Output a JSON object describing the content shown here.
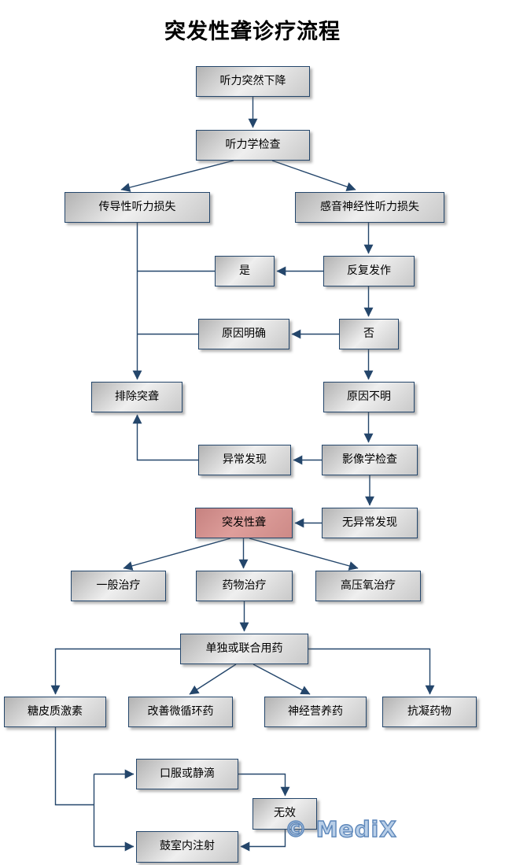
{
  "title": "突发性聋诊疗流程",
  "watermark": "© MediX",
  "colors": {
    "node_border": "#24466b",
    "node_fill_light": "#efefef",
    "node_fill_dark": "#b2b2b2",
    "highlight_fill": "#d6918f",
    "arrow": "#24466b",
    "watermark_fill": "#b9cfe8",
    "watermark_outline": "#5d87ba",
    "background": "#ffffff"
  },
  "nodes": {
    "hearing_drop": "听力突然下降",
    "audiometry": "听力学检查",
    "conductive": "传导性听力损失",
    "sensorineural": "感音神经性听力损失",
    "yes": "是",
    "recurrent": "反复发作",
    "cause_clear": "原因明确",
    "no": "否",
    "exclude": "排除突聋",
    "cause_unknown": "原因不明",
    "abnormal": "异常发现",
    "imaging": "影像学检查",
    "sudden_deafness": "突发性聋",
    "no_abnormal": "无异常发现",
    "general": "一般治疗",
    "drug": "药物治疗",
    "hyperbaric": "高压氧治疗",
    "combo": "单独或联合用药",
    "steroid": "糖皮质激素",
    "microcirculation": "改善微循环药",
    "neurotrophic": "神经营养药",
    "anticoagulant": "抗凝药物",
    "oral_iv": "口服或静滴",
    "ineffective": "无效",
    "intratympanic": "鼓室内注射"
  },
  "edges": [
    {
      "from": "hearing_drop",
      "to": "audiometry"
    },
    {
      "from": "audiometry",
      "to": "conductive"
    },
    {
      "from": "audiometry",
      "to": "sensorineural"
    },
    {
      "from": "conductive",
      "to": "exclude"
    },
    {
      "from": "sensorineural",
      "to": "recurrent"
    },
    {
      "from": "recurrent",
      "to": "yes"
    },
    {
      "from": "yes",
      "to": "exclude"
    },
    {
      "from": "recurrent",
      "to": "no"
    },
    {
      "from": "no",
      "to": "cause_clear"
    },
    {
      "from": "cause_clear",
      "to": "exclude"
    },
    {
      "from": "no",
      "to": "cause_unknown"
    },
    {
      "from": "cause_unknown",
      "to": "imaging"
    },
    {
      "from": "imaging",
      "to": "abnormal"
    },
    {
      "from": "abnormal",
      "to": "exclude"
    },
    {
      "from": "imaging",
      "to": "no_abnormal"
    },
    {
      "from": "no_abnormal",
      "to": "sudden_deafness"
    },
    {
      "from": "sudden_deafness",
      "to": "general"
    },
    {
      "from": "sudden_deafness",
      "to": "drug"
    },
    {
      "from": "sudden_deafness",
      "to": "hyperbaric"
    },
    {
      "from": "drug",
      "to": "combo"
    },
    {
      "from": "combo",
      "to": "steroid"
    },
    {
      "from": "combo",
      "to": "microcirculation"
    },
    {
      "from": "combo",
      "to": "neurotrophic"
    },
    {
      "from": "combo",
      "to": "anticoagulant"
    },
    {
      "from": "steroid",
      "to": "oral_iv"
    },
    {
      "from": "steroid",
      "to": "intratympanic"
    },
    {
      "from": "oral_iv",
      "to": "ineffective"
    },
    {
      "from": "ineffective",
      "to": "intratympanic"
    }
  ]
}
